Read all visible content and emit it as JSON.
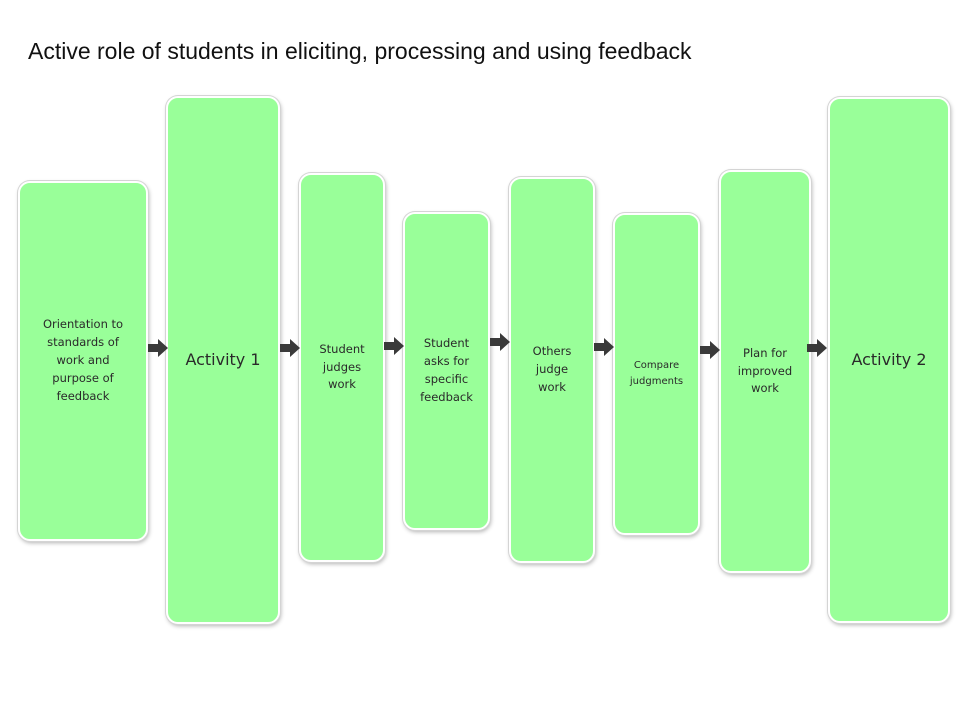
{
  "title": "Active role of students in eliciting, processing and using feedback",
  "box_color": "#99ff99",
  "arrow_color": "#3a3a3a",
  "boxes": [
    {
      "label": "Orientation to standards of work and purpose of feedback"
    },
    {
      "label": "Activity 1"
    },
    {
      "label": "Student judges work"
    },
    {
      "label": "Student asks for specific feedback"
    },
    {
      "label": "Others judge work"
    },
    {
      "label": "Compare judgments"
    },
    {
      "label": "Plan for improved work"
    },
    {
      "label": "Activity 2"
    }
  ]
}
